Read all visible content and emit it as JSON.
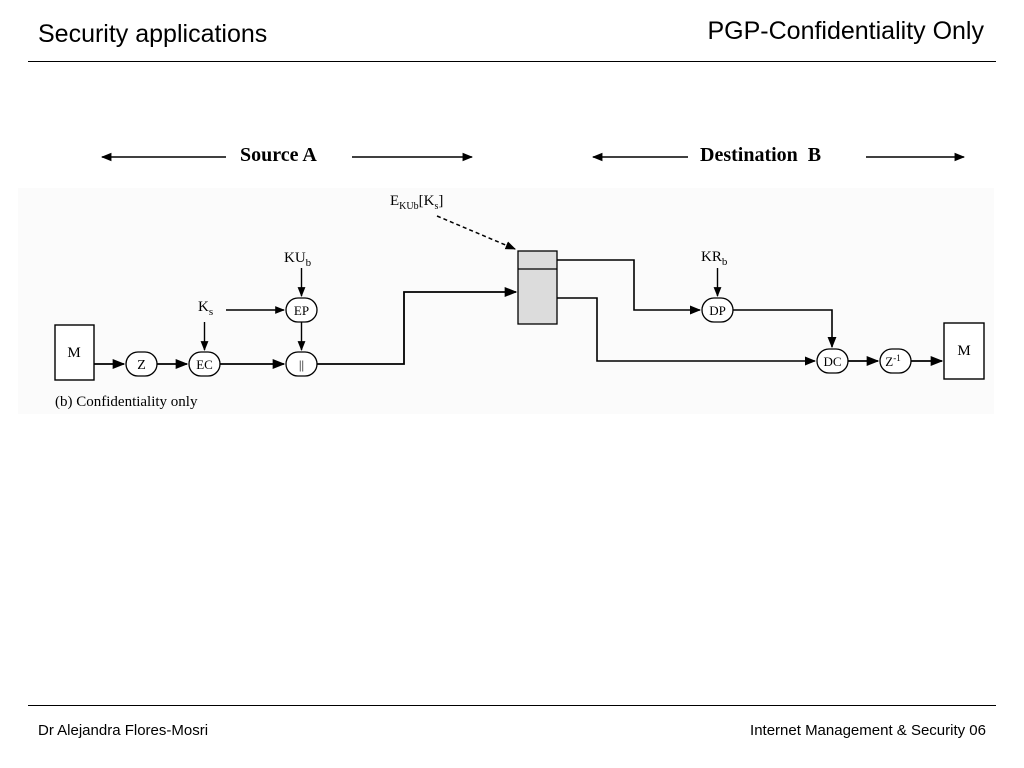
{
  "header": {
    "left_title": "Security applications",
    "right_title": "PGP-Confidentiality Only"
  },
  "footer": {
    "author": "Dr Alejandra Flores-Mosri",
    "course": "Internet Management & Security 06"
  },
  "diagram": {
    "source_label": "Source A",
    "destination_label": "Destination  B",
    "caption": "(b) Confidentiality only",
    "source_message": "M",
    "destination_message": "M",
    "nodes": {
      "z": "Z",
      "ec": "EC",
      "ep": "EP",
      "concat": "||",
      "dp": "DP",
      "dc": "DC",
      "z_inverse": "Z",
      "z_inverse_sup": "-1"
    },
    "keys": {
      "ks_base": "K",
      "ks_sub": "s",
      "kub_base": "KU",
      "kub_sub": "b",
      "krb_base": "KR",
      "krb_sub": "b",
      "encrypted_key_base": "E",
      "encrypted_key_sub": "KUb",
      "encrypted_key_arg_open": "[K",
      "encrypted_key_arg_sub": "s",
      "encrypted_key_arg_close": "]"
    }
  }
}
